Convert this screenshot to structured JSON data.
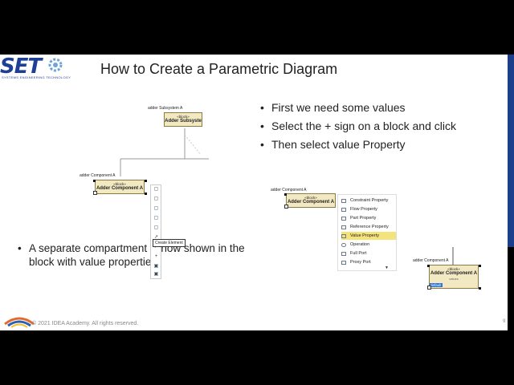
{
  "logo": {
    "text": "SET",
    "subtitle": "SYSTEMS ENGINEERING TECHNOLOGY"
  },
  "slide": {
    "title": "How to Create a Parametric Diagram",
    "bullets": [
      "First we need some values",
      "Select the + sign on a block and click",
      "Then select value Property"
    ],
    "bottom_bullet": "A separate compartment is now shown in the block with value properties",
    "page_number": "9",
    "copyright": "© 2021 IDEA Academy. All rights reserved."
  },
  "diagram_left": {
    "subsystem_label": "adder Subsystem A",
    "subsystem_block": {
      "stereotype": "«block»",
      "name": "Adder Subsyste"
    },
    "component_label": "adder Component A",
    "component_block": {
      "stereotype": "«block»",
      "name": "Adder Component A"
    },
    "tooltip": "Create Element"
  },
  "diagram_middle": {
    "component_label": "adder Component A",
    "component_block": {
      "stereotype": "«block»",
      "name": "Adder Component A"
    },
    "menu_items": [
      {
        "label": "Constraint Property",
        "selected": false
      },
      {
        "label": "Flow Property",
        "selected": false
      },
      {
        "label": "Part Property",
        "selected": false
      },
      {
        "label": "Reference Property",
        "selected": false
      },
      {
        "label": "Value Property",
        "selected": true
      },
      {
        "label": "Operation",
        "selected": false
      },
      {
        "label": "Full Port",
        "selected": false
      },
      {
        "label": "Proxy Port",
        "selected": false
      }
    ]
  },
  "diagram_right": {
    "component_label": "adder Component A",
    "component_block": {
      "stereotype": "«block»",
      "name": "Adder Component A"
    },
    "compartment_label": "values",
    "selected_text": "default"
  },
  "colors": {
    "block_fill": "#f2e9c2",
    "menu_selected": "#f4e27a",
    "logo_blue": "#1d3f95",
    "right_strip": "#1c3f8c"
  }
}
